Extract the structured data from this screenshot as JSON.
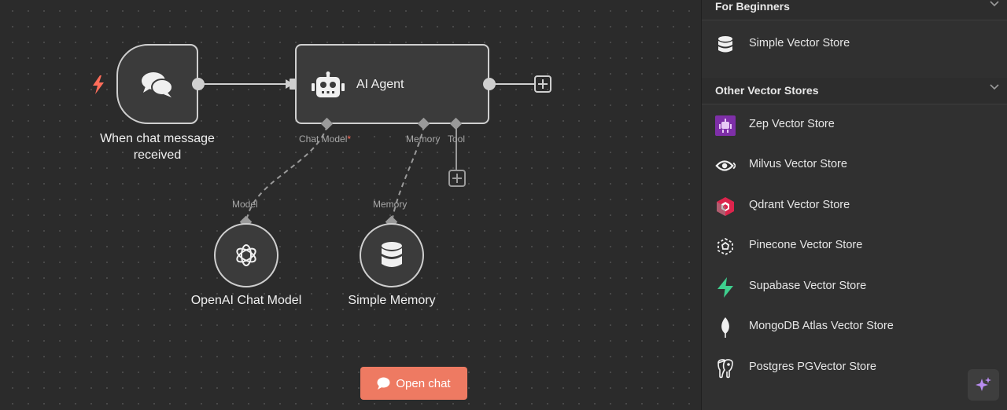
{
  "canvas": {
    "nodes": {
      "trigger": {
        "title_line1": "When chat message",
        "title_line2": "received"
      },
      "agent": {
        "title": "AI Agent"
      },
      "openai": {
        "title": "OpenAI Chat Model"
      },
      "memory": {
        "title": "Simple Memory"
      }
    },
    "ports": {
      "agent_chat_model": "Chat Model",
      "agent_chat_model_required": "*",
      "agent_memory": "Memory",
      "agent_tool": "Tool",
      "openai_model": "Model",
      "memory_memory": "Memory"
    },
    "open_chat_label": "Open chat",
    "colors": {
      "accent": "#ee7a62",
      "trigger_bolt": "#ff6d5a",
      "node_border": "#cfcfcf"
    }
  },
  "panel": {
    "sections": [
      {
        "title": "For Beginners",
        "items": [
          {
            "label": "Simple Vector Store",
            "icon": "database-icon"
          }
        ]
      },
      {
        "title": "Other Vector Stores",
        "items": [
          {
            "label": "Zep Vector Store",
            "icon": "zep-robot-icon"
          },
          {
            "label": "Milvus Vector Store",
            "icon": "milvus-eye-icon"
          },
          {
            "label": "Qdrant Vector Store",
            "icon": "qdrant-icon"
          },
          {
            "label": "Pinecone Vector Store",
            "icon": "pinecone-icon"
          },
          {
            "label": "Supabase Vector Store",
            "icon": "supabase-icon"
          },
          {
            "label": "MongoDB Atlas Vector Store",
            "icon": "mongodb-leaf-icon"
          },
          {
            "label": "Postgres PGVector Store",
            "icon": "postgres-elephant-icon"
          }
        ]
      }
    ]
  }
}
